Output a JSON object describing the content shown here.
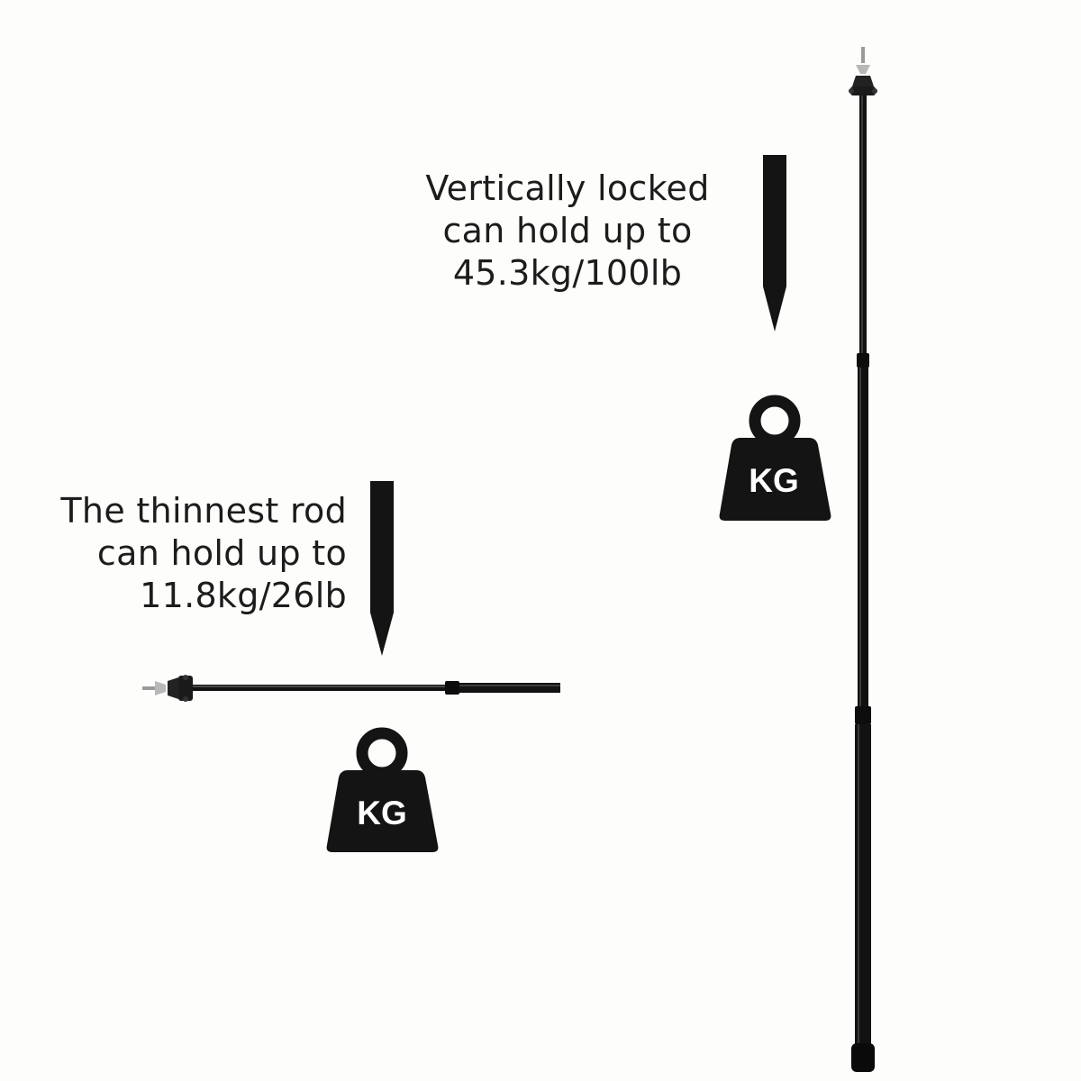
{
  "captions": {
    "vertical": {
      "line1": "Vertically locked",
      "line2": "can hold up to",
      "line3": "45.3kg/100lb"
    },
    "thinnest": {
      "line1": "The thinnest rod",
      "line2": "can hold up to",
      "line3": "11.8kg/26lb"
    }
  },
  "weights": {
    "right_label": "KG",
    "left_label": "KG"
  },
  "colors": {
    "background": "#fdfdfb",
    "pole": "#111111",
    "weight": "#141414",
    "text": "#1c1c1c"
  },
  "icons": [
    "arrow-down-icon",
    "weight-icon",
    "tent-pole-icon"
  ]
}
